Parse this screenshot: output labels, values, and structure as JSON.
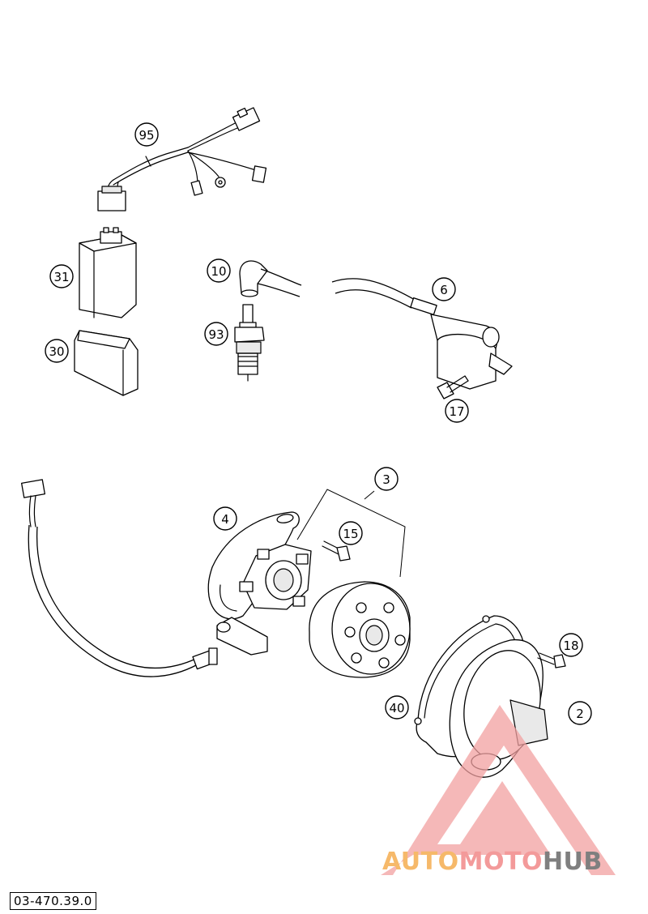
{
  "drawing_number": "03-470.39.0",
  "watermark": {
    "parts": [
      "AUTO",
      "MOTO",
      "HUB"
    ],
    "colors": [
      "#f6b96a",
      "#f39a9a",
      "#7f7f7f"
    ],
    "triangle_color": "#f2a0a0"
  },
  "callouts": [
    {
      "id": "95",
      "label": "95"
    },
    {
      "id": "31",
      "label": "31"
    },
    {
      "id": "30",
      "label": "30"
    },
    {
      "id": "10",
      "label": "10"
    },
    {
      "id": "93",
      "label": "93"
    },
    {
      "id": "6",
      "label": "6"
    },
    {
      "id": "17",
      "label": "17"
    },
    {
      "id": "3",
      "label": "3"
    },
    {
      "id": "4",
      "label": "4"
    },
    {
      "id": "15",
      "label": "15"
    },
    {
      "id": "18",
      "label": "18"
    },
    {
      "id": "40",
      "label": "40"
    },
    {
      "id": "2",
      "label": "2"
    }
  ]
}
